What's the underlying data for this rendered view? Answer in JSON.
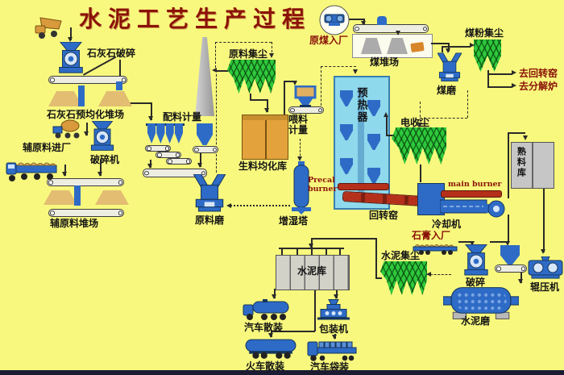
{
  "title": "水泥工艺生产过程",
  "colors": {
    "bg": "#F8F87E",
    "title": "#8B1208",
    "label": "#141414",
    "blue": "#2E6BC6",
    "blue-dark": "#14365F",
    "green": "#2EC83C",
    "cyan": "#8ED9EC",
    "kiln-red": "#B5301B",
    "tan": "#E2BD72",
    "orange-silo": "#E3A23C",
    "gray": "#B9B9B9"
  },
  "labels": {
    "limestone_crushing": "石灰石破碎",
    "limestone_yard": "石灰石预均化堆场",
    "aux_entry": "辅原料进厂",
    "crusher_machine": "破碎机",
    "aux_yard": "辅原料堆场",
    "batching_metering": "配料计量",
    "raw_material_dust": "原料集尘",
    "raw_meal_silo": "生料均化库",
    "feed_metering": "喂料计量",
    "raw_mill": "原料磨",
    "humidifying_tower": "增湿塔",
    "preheater": "预热器",
    "precal_burner": "Precal burner",
    "main_burner": "main burner",
    "rotary_kiln": "回转窑",
    "cooler": "冷却机",
    "esp": "电收尘",
    "clinker_silo": "熟料库",
    "raw_coal_entry": "原煤入厂",
    "coal_yard": "煤堆场",
    "coal_mill": "煤磨",
    "coal_dust": "煤粉集尘",
    "to_rotary_kiln": "去回转窑",
    "to_precalciner": "去分解炉",
    "gypsum_entry": "石膏入厂",
    "cement_dust": "水泥集尘",
    "cement_silo": "水泥库",
    "crushing": "破碎",
    "roller_press": "辊压机",
    "cement_mill": "水泥磨",
    "truck_bulk": "汽车散装",
    "packing_machine": "包装机",
    "train_bulk": "火车散装",
    "truck_bag": "汽车袋装"
  }
}
